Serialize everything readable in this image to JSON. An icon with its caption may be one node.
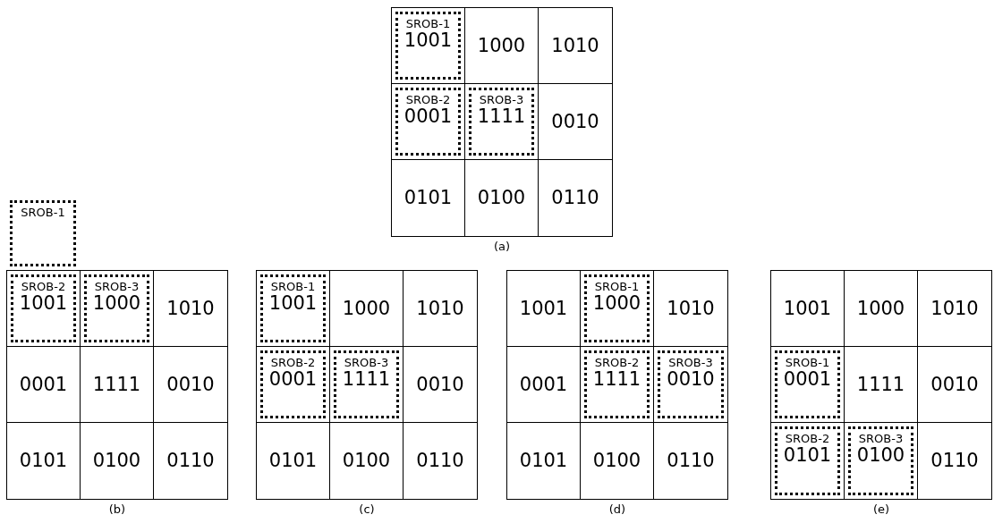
{
  "diagram": {
    "nodes": [
      {
        "text": [],
        "shape": "box",
        "beside": [
          "(a)"
        ]
      },
      {
        "text": [],
        "shape": "box",
        "in": 0
      },
      {
        "text": [
          "SROB-1",
          "1001"
        ],
        "in": 1
      },
      {
        "text": [
          "1000"
        ],
        "in": 0
      },
      {
        "text": [
          "1010"
        ],
        "in": 0
      },
      {
        "text": [],
        "shape": "box",
        "in": 0
      },
      {
        "text": [
          "SROB-2",
          "0001"
        ],
        "in": 5
      },
      {
        "text": [],
        "shape": "box",
        "in": 0
      },
      {
        "text": [
          "SROB-3",
          "1111"
        ],
        "in": 7
      },
      {
        "text": [
          "0010"
        ],
        "in": 0
      },
      {
        "text": [
          "0101"
        ],
        "in": 0
      },
      {
        "text": [
          "0100"
        ],
        "in": 0
      },
      {
        "text": [
          "0110"
        ],
        "in": 0
      },
      {
        "text": [
          "SROB-1"
        ]
      },
      {
        "text": [],
        "shape": "box",
        "beside": [
          "(b)"
        ]
      },
      {
        "text": [],
        "shape": "box",
        "in": 14
      },
      {
        "text": [
          "SROB-2",
          "1001"
        ],
        "in": 15
      },
      {
        "text": [],
        "shape": "box",
        "in": 14
      },
      {
        "text": [
          "SROB-3",
          "1000"
        ],
        "in": 17
      },
      {
        "text": [
          "1010"
        ],
        "in": 14
      },
      {
        "text": [
          "0001"
        ],
        "in": 14
      },
      {
        "text": [
          "1111"
        ],
        "in": 14
      },
      {
        "text": [
          "0010"
        ],
        "in": 14
      },
      {
        "text": [
          "0101"
        ],
        "in": 14
      },
      {
        "text": [
          "0100"
        ],
        "in": 14
      },
      {
        "text": [
          "0110"
        ],
        "in": 14
      },
      {
        "text": [],
        "shape": "box",
        "beside": [
          "(c)"
        ]
      },
      {
        "text": [],
        "shape": "box",
        "in": 26
      },
      {
        "text": [
          "SROB-1",
          "1001"
        ],
        "in": 27
      },
      {
        "text": [
          "1000"
        ],
        "in": 26
      },
      {
        "text": [
          "1010"
        ],
        "in": 26
      },
      {
        "text": [],
        "shape": "box",
        "in": 26
      },
      {
        "text": [
          "SROB-2",
          "0001"
        ],
        "in": 31
      },
      {
        "text": [],
        "shape": "box",
        "in": 26
      },
      {
        "text": [
          "SROB-3",
          "1111"
        ],
        "in": 33
      },
      {
        "text": [
          "0010"
        ],
        "in": 26
      },
      {
        "text": [
          "0101"
        ],
        "in": 26
      },
      {
        "text": [
          "0100"
        ],
        "in": 26
      },
      {
        "text": [
          "0110"
        ],
        "in": 26
      },
      {
        "text": [],
        "shape": "box",
        "beside": [
          "(d)"
        ]
      },
      {
        "text": [
          "1001"
        ],
        "in": 39
      },
      {
        "text": [],
        "shape": "box",
        "in": 39
      },
      {
        "text": [
          "SROB-1",
          "1000"
        ],
        "in": 41
      },
      {
        "text": [
          "1010"
        ],
        "in": 39
      },
      {
        "text": [
          "0001"
        ],
        "in": 39
      },
      {
        "text": [],
        "shape": "box",
        "in": 39
      },
      {
        "text": [
          "SROB-2",
          "1111"
        ],
        "in": 45
      },
      {
        "text": [],
        "shape": "box",
        "in": 39
      },
      {
        "text": [
          "SROB-3",
          "0010"
        ],
        "in": 47
      },
      {
        "text": [
          "0101"
        ],
        "in": 39
      },
      {
        "text": [
          "0100"
        ],
        "in": 39
      },
      {
        "text": [
          "0110"
        ],
        "in": 39
      },
      {
        "text": [],
        "shape": "box",
        "beside": [
          "(e)"
        ]
      },
      {
        "text": [
          "1001"
        ],
        "in": 52
      },
      {
        "text": [
          "1000"
        ],
        "in": 52
      },
      {
        "text": [
          "1010"
        ],
        "in": 52
      },
      {
        "text": [],
        "shape": "box",
        "in": 52
      },
      {
        "text": [
          "SROB-1",
          "0001"
        ],
        "in": 56
      },
      {
        "text": [
          "1111"
        ],
        "in": 52
      },
      {
        "text": [
          "0010"
        ],
        "in": 52
      },
      {
        "text": [],
        "shape": "box",
        "in": 52
      },
      {
        "text": [
          "SROB-2",
          "0101"
        ],
        "in": 60
      },
      {
        "text": [],
        "shape": "box",
        "in": 52
      },
      {
        "text": [
          "SROB-3",
          "0100"
        ],
        "in": 62
      },
      {
        "text": [
          "0110"
        ],
        "in": 52
      }
    ]
  }
}
